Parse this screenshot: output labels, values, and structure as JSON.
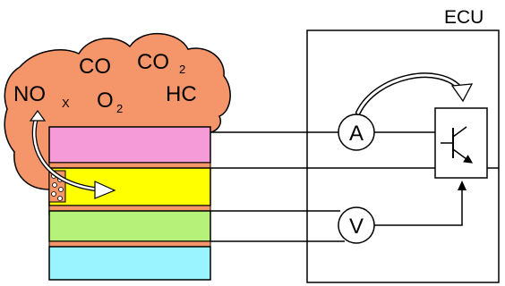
{
  "gas_labels": {
    "co": "CO",
    "co2_main": "CO",
    "co2_sub": "2",
    "nox_main": "NO",
    "nox_sub": "X",
    "o2_main": "O",
    "o2_sub": "2",
    "hc": "HC"
  },
  "ecu": {
    "label": "ECU",
    "ammeter_symbol": "A",
    "voltmeter_symbol": "V"
  },
  "colors": {
    "gas_cloud": "#F4956A",
    "layer_pink": "#F59BD7",
    "layer_yellow": "#FFFF00",
    "layer_green": "#B6F27A",
    "layer_cyan": "#9AF4FF",
    "separator_orange": "#F4956A"
  },
  "icons": {
    "transistor": "npn-transistor-icon",
    "ammeter": "ammeter-icon",
    "voltmeter": "voltmeter-icon"
  }
}
